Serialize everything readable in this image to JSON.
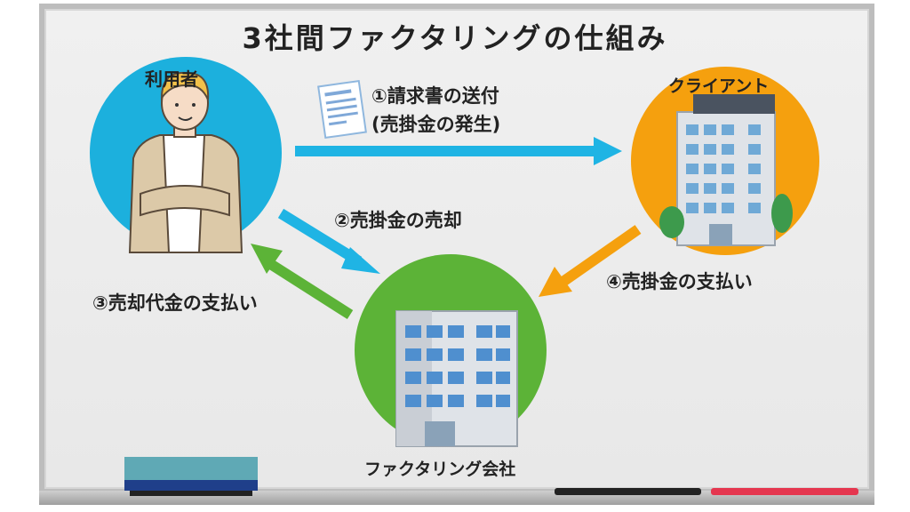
{
  "title": "3社間ファクタリングの仕組み",
  "nodes": {
    "user": "利用者",
    "client": "クライアント",
    "factoring": "ファクタリング会社"
  },
  "steps": {
    "step1_line1": "①請求書の送付",
    "step1_line2": "(売掛金の発生)",
    "step2": "②売掛金の売却",
    "step3": "③売却代金の支払い",
    "step4": "④売掛金の支払い"
  },
  "colors": {
    "user_circle": "#1cb0dd",
    "client_circle": "#f5a00e",
    "factoring_circle": "#5cb337",
    "arrow_blue": "#1fb4e4",
    "arrow_green": "#5cb337",
    "arrow_orange": "#f5a00e"
  }
}
